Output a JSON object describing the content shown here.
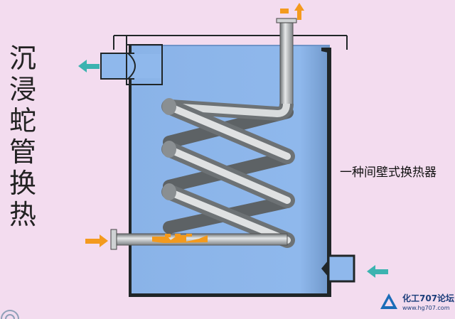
{
  "title": "沉浸蛇管换热",
  "subtitle": "一种间壁式换热器",
  "logo": {
    "name": "化工707论坛",
    "url": "www.hg707.com"
  },
  "colors": {
    "background": "#f3dcef",
    "liquid": "#8fb8ec",
    "tank_wall": "#202628",
    "pipe": "#b8bcbe",
    "arrow_hot": "#f39a1e",
    "arrow_cold": "#3cb3b0"
  },
  "icons": [
    "outlet-arrow-up-icon",
    "overflow-arrow-left-icon",
    "inlet-arrow-right-icon",
    "cold-inlet-arrow-left-icon",
    "logo-triangle-icon"
  ]
}
